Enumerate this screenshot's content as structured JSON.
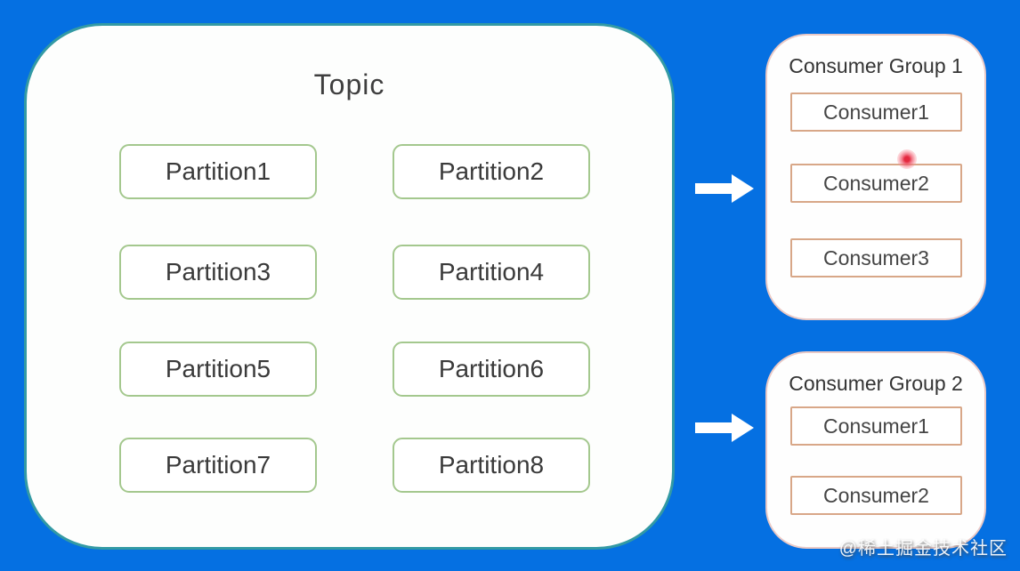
{
  "topic": {
    "title": "Topic",
    "partitions": [
      "Partition1",
      "Partition2",
      "Partition3",
      "Partition4",
      "Partition5",
      "Partition6",
      "Partition7",
      "Partition8"
    ]
  },
  "groups": [
    {
      "title": "Consumer Group 1",
      "consumers": [
        "Consumer1",
        "Consumer2",
        "Consumer3"
      ]
    },
    {
      "title": "Consumer Group 2",
      "consumers": [
        "Consumer1",
        "Consumer2"
      ]
    }
  ],
  "watermark": "@稀土掘金技术社区",
  "icons": {
    "arrow_1": "arrow-right-icon",
    "arrow_2": "arrow-right-icon",
    "pointer": "laser-pointer-dot"
  },
  "colors": {
    "background": "#0570e2",
    "topic_border": "#339aa4",
    "partition_border": "#a4c88e",
    "consumer_border": "#d8a788",
    "group_border": "#eac9c6",
    "arrow": "#ffffff",
    "text": "#3a3a3a",
    "pointer_dot": "#e4293f"
  }
}
